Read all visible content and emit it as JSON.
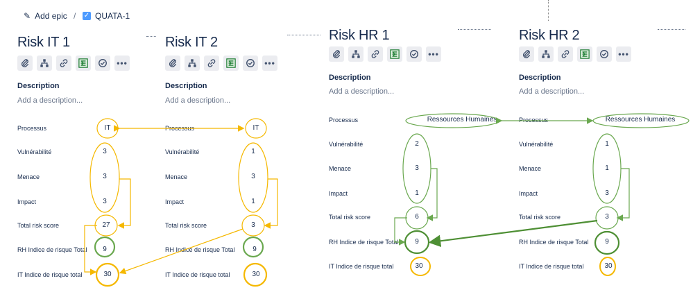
{
  "topbar": {
    "add_epic": "Add epic",
    "separator": "/",
    "issue_key": "QUATA-1"
  },
  "labels": {
    "description": "Description",
    "description_placeholder": "Add a description...",
    "processus": "Processus",
    "vulnerabilite": "Vulnérabilité",
    "menace": "Menace",
    "impact": "Impact",
    "total_risk_score": "Total risk score",
    "rh_indice": "RH Indice de risque Total",
    "it_indice_it": "IT Indice de risque total",
    "it_indice_hr": "IT Indice de risque total"
  },
  "panels": [
    {
      "title": "Risk IT 1",
      "processus": "IT",
      "vulnerabilite": "3",
      "menace": "3",
      "impact": "3",
      "total": "27",
      "rh": "9",
      "it": "30"
    },
    {
      "title": "Risk IT 2",
      "processus": "IT",
      "vulnerabilite": "1",
      "menace": "3",
      "impact": "1",
      "total": "3",
      "rh": "9",
      "it": "30"
    },
    {
      "title": "Risk HR 1",
      "processus": "Ressources Humaines",
      "vulnerabilite": "2",
      "menace": "3",
      "impact": "1",
      "total": "6",
      "rh": "9",
      "it": "30"
    },
    {
      "title": "Risk HR 2",
      "processus": "Ressources Humaines",
      "vulnerabilite": "1",
      "menace": "1",
      "impact": "3",
      "total": "3",
      "rh": "9",
      "it": "30"
    }
  ],
  "colors": {
    "yellow": "#f5b800",
    "green": "#6aa84f",
    "green_dark": "#4e8f34",
    "excel_green": "#1e7e34"
  },
  "icons": [
    "attachment-icon",
    "hierarchy-icon",
    "link-icon",
    "excel-icon",
    "checkmark-circle-icon",
    "more-icon"
  ]
}
